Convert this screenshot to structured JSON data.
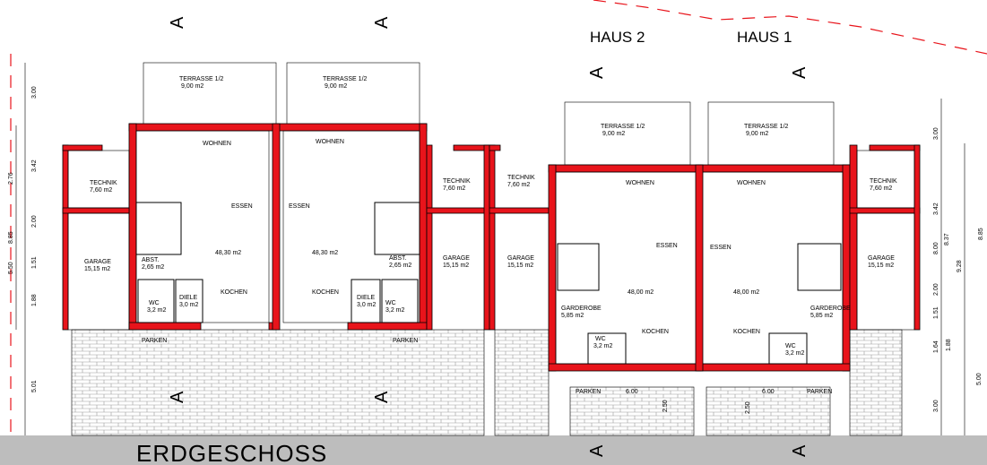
{
  "title": "ERDGESCHOSS",
  "house_labels": [
    "HAUS 2",
    "HAUS 1"
  ],
  "section_marker": "A",
  "rooms": {
    "terrasse": "TERRASSE 1/2",
    "terrasse_area": "9,00 m2",
    "wohnen": "WOHNEN",
    "essen": "ESSEN",
    "wohnen_area_left": "48,30 m2",
    "wohnen_area_right": "48,00 m2",
    "kochen": "KOCHEN",
    "technik": "TECHNIK",
    "technik_area": "7,60 m2",
    "garage": "GARAGE",
    "garage_area": "15,15 m2",
    "abst": "ABST.",
    "abst_area": "2,65 m2",
    "diele": "DIELE",
    "diele_area": "3,0 m2",
    "wc": "WC",
    "wc_area": "3,2 m2",
    "garderobe": "GARDEROBE",
    "garderobe_area": "5,85 m2",
    "parken": "PARKEN"
  },
  "dimensions": {
    "left_chain": [
      "3.00",
      "2.76",
      "3.42",
      "2.00",
      "1.51",
      "1.88",
      "8.85",
      "5.50",
      "5.01"
    ],
    "right_chain": [
      "3.00",
      "3.42",
      "8.37",
      "8.00",
      "2.00",
      "9.28",
      "8.85",
      "1.51",
      "1.64",
      "1.88",
      "5.00",
      "3.00"
    ],
    "parking_width": "6.00",
    "parking_depth": "2.50"
  },
  "colors": {
    "wall": "#e8141b",
    "line": "#000000",
    "paving": "#bfbfbf"
  }
}
